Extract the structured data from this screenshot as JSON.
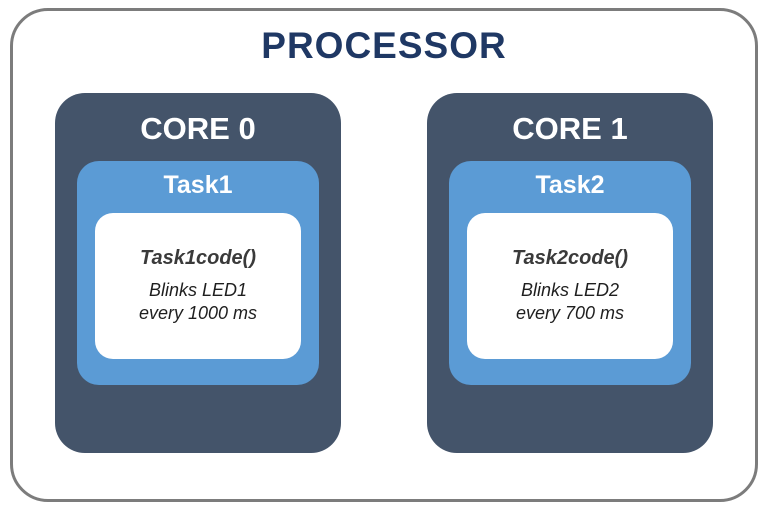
{
  "title": "PROCESSOR",
  "colors": {
    "outer_border": "#7c7c7c",
    "title_text": "#1f3864",
    "core_background": "#44546a",
    "task_background": "#5b9bd5",
    "code_box_background": "#ffffff",
    "code_name_text": "#3a3a3a",
    "code_desc_text": "#1f1f1f"
  },
  "cores": [
    {
      "label": "CORE 0",
      "task": {
        "label": "Task1",
        "code": "Task1code()",
        "desc_line1": "Blinks LED1",
        "desc_line2": "every 1000 ms"
      }
    },
    {
      "label": "CORE 1",
      "task": {
        "label": "Task2",
        "code": "Task2code()",
        "desc_line1": "Blinks LED2",
        "desc_line2": "every 700 ms"
      }
    }
  ]
}
